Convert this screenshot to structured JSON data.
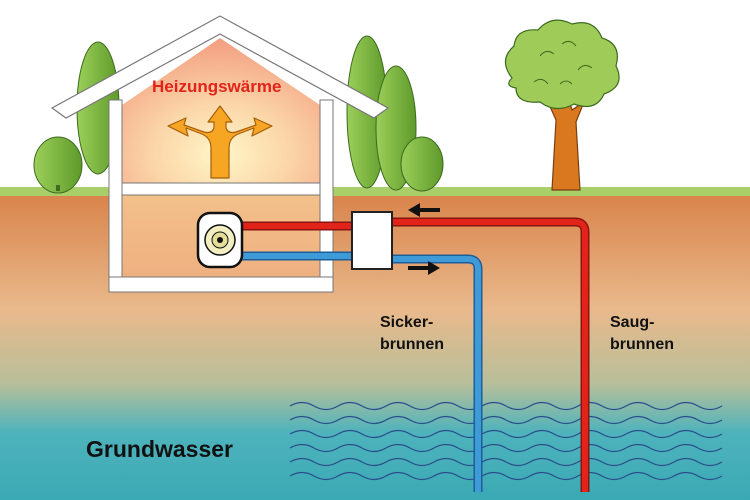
{
  "labels": {
    "heat": "Heizungswärme",
    "sicker_line1": "Sicker-",
    "sicker_line2": "brunnen",
    "saug_line1": "Saug-",
    "saug_line2": "brunnen",
    "groundwater": "Grundwasser"
  },
  "colors": {
    "sky": "#ffffff",
    "grass": "#a9cf6a",
    "soil_top": "#d9834a",
    "soil_mid": "#e6b486",
    "water": "#4eb3bc",
    "hot_pipe": "#e2231a",
    "cold_pipe": "#3f9bd8",
    "heat_arrow": "#f6a623",
    "tree_green": "#8fbf3f",
    "trunk": "#d9781f"
  },
  "icons": [
    "heat-pump-icon",
    "heat-exchanger-icon",
    "flow-arrow-left-icon",
    "flow-arrow-right-icon",
    "heat-spread-arrows-icon"
  ]
}
